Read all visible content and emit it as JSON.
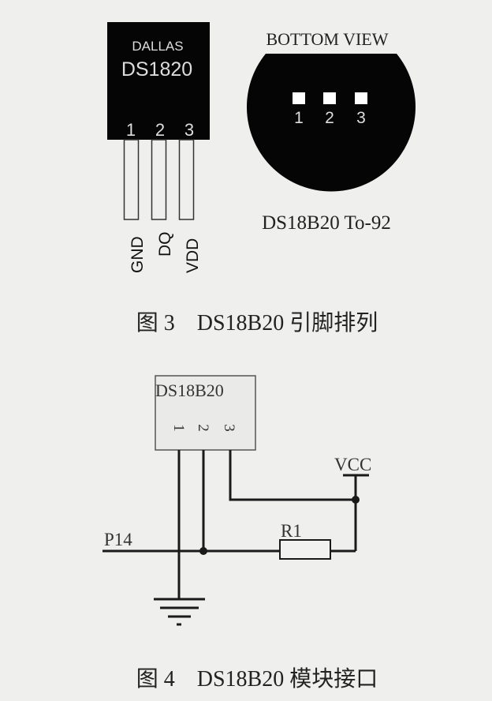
{
  "figure3": {
    "package": {
      "brand": "DALLAS",
      "model": "DS1820",
      "pin_numbers": [
        "1",
        "2",
        "3"
      ],
      "pin_labels": [
        "GND",
        "DQ",
        "VDD"
      ]
    },
    "bottom_view": {
      "title": "BOTTOM VIEW",
      "pin_numbers": [
        "1",
        "2",
        "3"
      ],
      "subtitle": "DS18B20 To-92"
    },
    "caption": "图 3　DS18B20 引脚排列"
  },
  "figure4": {
    "chip_label": "DS18B20",
    "pin_numbers": [
      "1",
      "2",
      "3"
    ],
    "vcc_label": "VCC",
    "resistor_label": "R1",
    "port_label": "P14",
    "caption": "图 4　DS18B20 模块接口"
  }
}
